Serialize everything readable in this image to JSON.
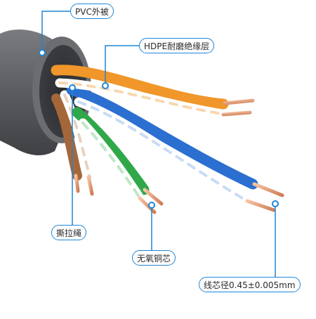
{
  "callouts": {
    "pvc_jacket": "PVC外被",
    "hdpe_insulation": "HDPE耐磨绝缘层",
    "rip_cord": "撕拉绳",
    "oxygen_free_copper": "无氧铜芯",
    "wire_diameter": "线芯径0.45±0.005mm"
  },
  "colors": {
    "accent": "#1f86d6",
    "jacket": "#5c5e62",
    "orange_pair": "#f0962a",
    "blue_pair": "#2b6fd0",
    "green_pair": "#2fa84a",
    "brown_pair": "#a5673a",
    "copper": "#e3a07a"
  }
}
